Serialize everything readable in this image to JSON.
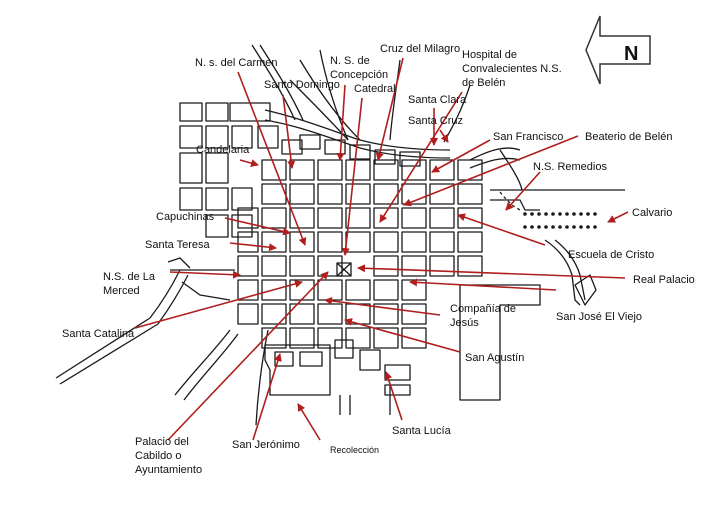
{
  "north_label": "N",
  "colors": {
    "street_line": "#1a1a1a",
    "arrow": "#b01e1e",
    "text": "#111111",
    "background": "#ffffff"
  },
  "labels": {
    "carmen": "N. s. del Carmen",
    "santo_domingo": "Santo Domingo",
    "concepcion_1": "N. S. de",
    "concepcion_2": "Concepción",
    "catedral": "Catedral",
    "cruz_milagro": "Cruz del Milagro",
    "hospital_1": "Hospital de",
    "hospital_2": "Convalecientes N.S.",
    "hospital_3": "de Belén",
    "santa_clara": "Santa Clara",
    "santa_cruz": "Santa Cruz",
    "san_francisco": "San Francisco",
    "beaterio": "Beaterio de Belén",
    "candelaria": "Candelaria",
    "remedios": "N.S. Remedios",
    "calvario": "Calvario",
    "capuchinas": "Capuchinas",
    "santa_teresa": "Santa Teresa",
    "escuela": "Escuela de Cristo",
    "merced_1": "N.S. de La",
    "merced_2": "Merced",
    "real_palacio": "Real Palacio",
    "compania_1": "Compañía de",
    "compania_2": "Jesús",
    "san_jose": "San José El Viejo",
    "santa_catalina": "Santa Catalina",
    "san_agustin": "San Agustín",
    "cabildo_1": "Palacio del",
    "cabildo_2": "Cabildo o",
    "cabildo_3": "Ayuntamiento",
    "san_jeronimo": "San Jerónimo",
    "recoleccion": "Recolección",
    "santa_lucia": "Santa Lucía"
  }
}
